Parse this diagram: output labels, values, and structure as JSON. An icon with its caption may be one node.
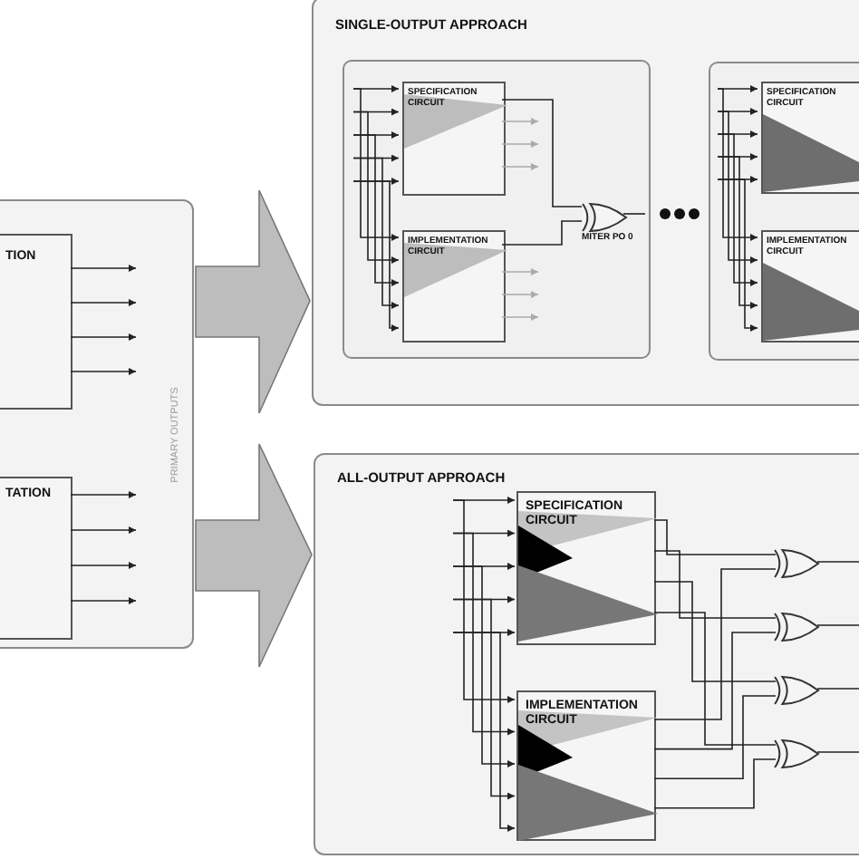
{
  "diagram": {
    "nodes": [
      {
        "text": [],
        "shape": "box"
      },
      {
        "text": [
          "TION"
        ],
        "in": 0
      },
      {
        "text": [
          "TATION"
        ],
        "in": 0
      },
      {
        "text": [
          "SINGLE-OUTPUT APPROACH"
        ]
      },
      {
        "text": [],
        "shape": "box",
        "in": 3
      },
      {
        "text": [
          "SPECIFICATION CIRCUIT"
        ],
        "in": 4
      },
      {
        "text": [
          "IMPLEMENTATION CIRCUIT"
        ],
        "in": 4
      },
      {
        "text": [],
        "shape": "gate",
        "in": 4,
        "beside": [
          "MITER PO 0"
        ]
      },
      {
        "text": [],
        "shape": "box",
        "in": 3
      },
      {
        "text": [
          "SPECIFICATION CIRCUIT"
        ],
        "in": 8
      },
      {
        "text": [
          "IMPLEMENTATION CIRCUIT"
        ],
        "in": 8
      },
      {
        "text": [
          "ALL-OUTPUT APPROACH"
        ]
      },
      {
        "text": [
          "SPECIFICATION CIRCUIT"
        ],
        "in": 11
      },
      {
        "text": [
          "IMPLEMENTATION CIRCUIT"
        ],
        "in": 11
      },
      {
        "text": [],
        "shape": "gate",
        "in": 11
      },
      {
        "text": [],
        "shape": "gate",
        "in": 11
      },
      {
        "text": [],
        "shape": "gate",
        "in": 11
      },
      {
        "text": [],
        "shape": "gate",
        "in": 11
      }
    ],
    "edges": [
      {
        "from": 1,
        "to": null,
        "arrow": "to"
      },
      {
        "from": 1,
        "to": null,
        "arrow": "to"
      },
      {
        "from": 1,
        "to": null,
        "arrow": "to"
      },
      {
        "from": 1,
        "to": null,
        "arrow": "to"
      },
      {
        "from": 2,
        "to": null,
        "arrow": "to"
      },
      {
        "from": 2,
        "to": null,
        "arrow": "to"
      },
      {
        "from": 2,
        "to": null,
        "arrow": "to"
      },
      {
        "from": 2,
        "to": null,
        "arrow": "to"
      },
      {
        "from": 0,
        "to": 3,
        "arrow": "to"
      },
      {
        "from": 0,
        "to": 11,
        "arrow": "to"
      },
      {
        "from": null,
        "to": 5,
        "arrow": "to"
      },
      {
        "from": null,
        "to": 5,
        "arrow": "to"
      },
      {
        "from": null,
        "to": 5,
        "arrow": "to"
      },
      {
        "from": null,
        "to": 5,
        "arrow": "to"
      },
      {
        "from": null,
        "to": 5,
        "arrow": "to"
      },
      {
        "from": null,
        "to": 6,
        "arrow": "to"
      },
      {
        "from": null,
        "to": 6,
        "arrow": "to"
      },
      {
        "from": null,
        "to": 6,
        "arrow": "to"
      },
      {
        "from": null,
        "to": 6,
        "arrow": "to"
      },
      {
        "from": null,
        "to": 6,
        "arrow": "to"
      },
      {
        "from": 5,
        "to": 7,
        "arrow": "none"
      },
      {
        "from": 6,
        "to": 7,
        "arrow": "none"
      },
      {
        "from": 7,
        "to": null,
        "arrow": "none"
      },
      {
        "from": 5,
        "to": null,
        "arrow": "to",
        "color": "#aaaaaa"
      },
      {
        "from": 5,
        "to": null,
        "arrow": "to",
        "color": "#aaaaaa"
      },
      {
        "from": 5,
        "to": null,
        "arrow": "to",
        "color": "#aaaaaa"
      },
      {
        "from": 6,
        "to": null,
        "arrow": "to",
        "color": "#aaaaaa"
      },
      {
        "from": 6,
        "to": null,
        "arrow": "to",
        "color": "#aaaaaa"
      },
      {
        "from": 6,
        "to": null,
        "arrow": "to",
        "color": "#aaaaaa"
      },
      {
        "from": null,
        "to": 9,
        "arrow": "to"
      },
      {
        "from": null,
        "to": 9,
        "arrow": "to"
      },
      {
        "from": null,
        "to": 9,
        "arrow": "to"
      },
      {
        "from": null,
        "to": 9,
        "arrow": "to"
      },
      {
        "from": null,
        "to": 9,
        "arrow": "to"
      },
      {
        "from": null,
        "to": 10,
        "arrow": "to"
      },
      {
        "from": null,
        "to": 10,
        "arrow": "to"
      },
      {
        "from": null,
        "to": 10,
        "arrow": "to"
      },
      {
        "from": null,
        "to": 10,
        "arrow": "to"
      },
      {
        "from": null,
        "to": 10,
        "arrow": "to"
      },
      {
        "from": null,
        "to": 12,
        "arrow": "to"
      },
      {
        "from": null,
        "to": 12,
        "arrow": "to"
      },
      {
        "from": null,
        "to": 12,
        "arrow": "to"
      },
      {
        "from": null,
        "to": 12,
        "arrow": "to"
      },
      {
        "from": null,
        "to": 12,
        "arrow": "to"
      },
      {
        "from": null,
        "to": 13,
        "arrow": "to"
      },
      {
        "from": null,
        "to": 13,
        "arrow": "to"
      },
      {
        "from": null,
        "to": 13,
        "arrow": "to"
      },
      {
        "from": null,
        "to": 13,
        "arrow": "to"
      },
      {
        "from": null,
        "to": 13,
        "arrow": "to"
      },
      {
        "from": 12,
        "to": 14,
        "arrow": "none"
      },
      {
        "from": 12,
        "to": 15,
        "arrow": "none"
      },
      {
        "from": 12,
        "to": 16,
        "arrow": "none"
      },
      {
        "from": 12,
        "to": 17,
        "arrow": "none"
      },
      {
        "from": 13,
        "to": 14,
        "arrow": "none"
      },
      {
        "from": 13,
        "to": 15,
        "arrow": "none"
      },
      {
        "from": 13,
        "to": 16,
        "arrow": "none"
      },
      {
        "from": 13,
        "to": 17,
        "arrow": "none"
      },
      {
        "from": 14,
        "to": null,
        "arrow": "none"
      },
      {
        "from": 15,
        "to": null,
        "arrow": "none"
      },
      {
        "from": 16,
        "to": null,
        "arrow": "none"
      },
      {
        "from": 17,
        "to": null,
        "arrow": "none"
      }
    ],
    "labels": [
      "PRIMARY OUTPUTS"
    ]
  }
}
